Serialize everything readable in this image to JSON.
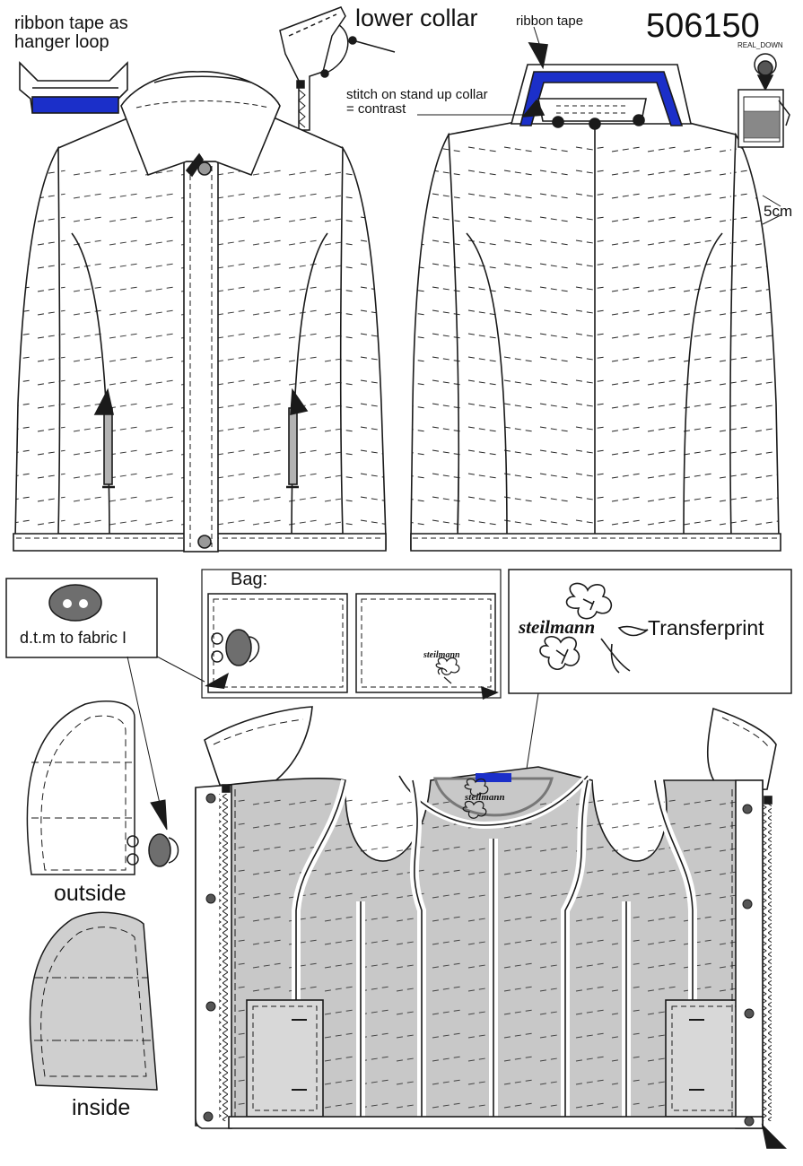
{
  "labels": {
    "hanger_loop": "ribbon tape as\nhanger loop",
    "lower_collar": "lower collar",
    "ribbon_tape": "ribbon tape",
    "style_number": "506150",
    "real_down": "REAL_DOWN",
    "stitch_collar": "stitch on stand up collar\n= contrast",
    "five_cm": "5cm",
    "bag": "Bag:",
    "button_note": "d.t.m to fabric I",
    "brand": "steilmann",
    "transferprint": "Transferprint",
    "outside": "outside",
    "inside": "inside"
  },
  "colors": {
    "ribbon_blue": "#1b2fc9",
    "lining_gray": "#c8c8c8",
    "zip_gray": "#b3b3b3",
    "button_gray": "#6e6e6e",
    "outline": "#1a1a1a"
  }
}
